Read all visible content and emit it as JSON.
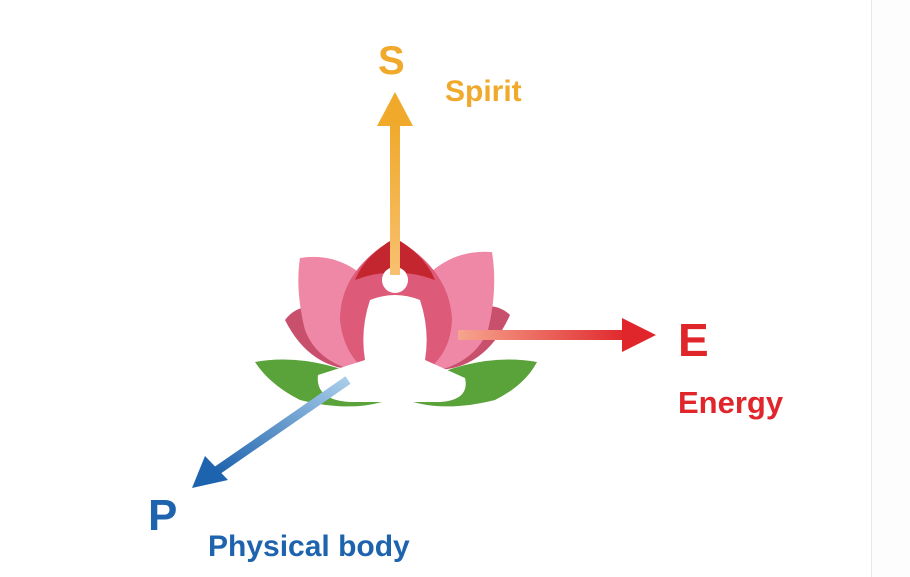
{
  "diagram": {
    "spirit": {
      "letter": "S",
      "label": "Spirit",
      "color": "#f0a92a"
    },
    "energy": {
      "letter": "E",
      "label": "Energy",
      "color": "#e0262b"
    },
    "physical": {
      "letter": "P",
      "label": "Physical body",
      "color": "#1e63ad"
    }
  }
}
